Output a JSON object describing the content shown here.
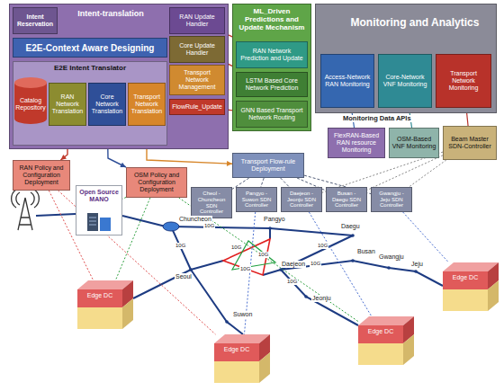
{
  "diagram": {
    "nodes": [
      {
        "text": [
          "Intent-translation"
        ]
      },
      {
        "text": [
          "Intent Reservation"
        ],
        "in": 0
      },
      {
        "text": [
          "E2E-Context Aware Designing"
        ],
        "in": 0
      },
      {
        "text": [
          "E2E Intent Translator"
        ],
        "in": 0
      },
      {
        "text": [
          "Catalog Repository"
        ],
        "in": 3
      },
      {
        "text": [
          "RAN Network Translation"
        ],
        "in": 3
      },
      {
        "text": [
          "Core Network Translation"
        ],
        "in": 3
      },
      {
        "text": [
          "Transport Network Translation"
        ],
        "in": 3
      },
      {
        "text": [
          "RAN Update Handler"
        ],
        "in": 0
      },
      {
        "text": [
          "Core Update Handler"
        ],
        "in": 0
      },
      {
        "text": [
          "Transport Network Management"
        ],
        "in": 0
      },
      {
        "text": [
          "FlowRule_Update"
        ],
        "in": 0
      },
      {
        "text": [
          "ML_Driven Predictions and Update Mechanism"
        ]
      },
      {
        "text": [
          "RAN Network Prediction and Update"
        ],
        "in": 12
      },
      {
        "text": [
          "LSTM Based Core Network Prediction"
        ],
        "in": 12
      },
      {
        "text": [
          "GNN Based Transport Network Routing"
        ],
        "in": 12
      },
      {
        "text": [
          "Monitoring and Analytics"
        ]
      },
      {
        "text": [
          "Access-Network RAN Monitoring"
        ],
        "in": 16
      },
      {
        "text": [
          "Core-Network VNF Monitoring"
        ],
        "in": 16
      },
      {
        "text": [
          "Transport Network Monitoring"
        ],
        "in": 16
      },
      {
        "text": [
          "FlexRAN-Based RAN resource Monitoring"
        ]
      },
      {
        "text": [
          "OSM-Based VNF Monitoring"
        ]
      },
      {
        "text": [
          "Beam Master SDN-Controller"
        ]
      },
      {
        "text": [
          "RAN Policy and Configuration Deployment"
        ]
      },
      {
        "text": [
          "OSM Policy and Configuration Deployment"
        ]
      },
      {
        "text": [
          "Transport Flow-rule Deployment"
        ]
      },
      {
        "text": [
          "Cheol - Chuncheon SDN Controller"
        ]
      },
      {
        "text": [
          "Pangyo - Suwon SDN Controller"
        ]
      },
      {
        "text": [
          "Daejeon - Jeonju SDN Controller"
        ]
      },
      {
        "text": [
          "Busan - Daegu SDN Controller"
        ]
      },
      {
        "text": [
          "Gwangju - Jeju SDN Controller"
        ]
      },
      {
        "text": [
          "Open Source MANO"
        ]
      },
      {
        "text": [
          "Edge DC"
        ]
      },
      {
        "text": [
          "Edge DC"
        ]
      },
      {
        "text": [
          "Edge DC"
        ]
      },
      {
        "text": [
          "Edge DC"
        ]
      }
    ],
    "edges": [
      {
        "from": 5,
        "to": 23,
        "arrow": "to"
      },
      {
        "from": 6,
        "to": 24,
        "arrow": "to"
      },
      {
        "from": 7,
        "to": 25,
        "arrow": "to"
      },
      {
        "from": 13,
        "to": 8,
        "arrow": "none"
      },
      {
        "from": 14,
        "to": 9,
        "arrow": "none"
      },
      {
        "from": 15,
        "to": 11,
        "arrow": "none"
      },
      {
        "from": 17,
        "to": 20,
        "arrow": "none"
      },
      {
        "from": 18,
        "to": 21,
        "arrow": "none"
      },
      {
        "from": 19,
        "to": 22,
        "arrow": "none"
      },
      {
        "from": 25,
        "to": 26,
        "arrow": "none"
      },
      {
        "from": 25,
        "to": 27,
        "arrow": "none"
      },
      {
        "from": 25,
        "to": 28,
        "arrow": "none"
      },
      {
        "from": 25,
        "to": 29,
        "arrow": "none"
      },
      {
        "from": 25,
        "to": 30,
        "arrow": "none"
      },
      {
        "from": 23,
        "to": 32,
        "arrow": "none"
      },
      {
        "from": 23,
        "to": 33,
        "arrow": "none"
      },
      {
        "from": 24,
        "to": 31,
        "arrow": "none"
      },
      {
        "from": 24,
        "to": 32,
        "arrow": "none"
      },
      {
        "from": 24,
        "to": 34,
        "arrow": "none"
      },
      {
        "from": 27,
        "to": 33,
        "arrow": "none"
      },
      {
        "from": 28,
        "to": 34,
        "arrow": "none"
      },
      {
        "from": 30,
        "to": 35,
        "arrow": "none"
      },
      {
        "from": 22,
        "to": 28,
        "arrow": "none"
      },
      {
        "from": 22,
        "to": 29,
        "arrow": "none"
      },
      {
        "from": 22,
        "to": 30,
        "arrow": "none"
      }
    ],
    "labels": [
      "Monitoring Data APIs",
      "Chuncheon",
      "Pangyo",
      "Seoul",
      "Daegu",
      "Busan",
      "Daejeon",
      "Gwangju",
      "Jeju",
      "Jeonju",
      "Suwon",
      "10G",
      "10G",
      "10G",
      "10G",
      "10G",
      "10G",
      "10G",
      "10G"
    ]
  }
}
